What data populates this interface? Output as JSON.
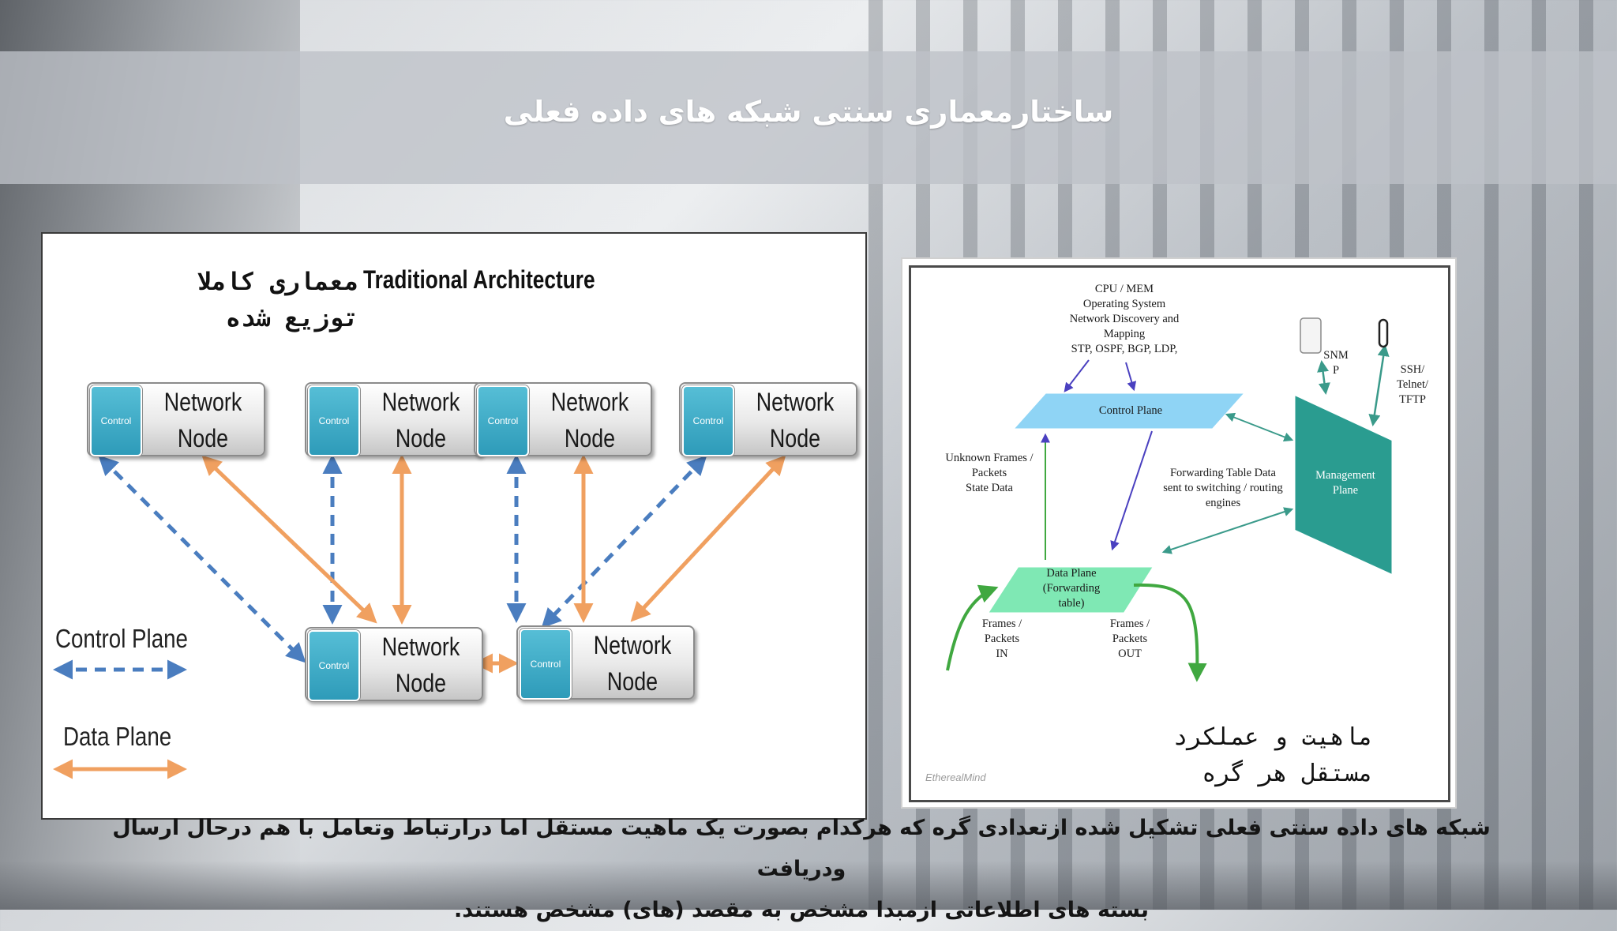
{
  "slide": {
    "title": "ساختارمعماری سنتی شبکه های داده فعلی",
    "body_line1": "شبکه های داده سنتی فعلی تشکیل شده ازتعدادی گره که هرکدام بصورت یک ماهیت مستقل اما درارتباط وتعامل با هم درحال ارسال ودریافت",
    "body_line2": "بسته های اطلاعاتی ازمبدا مشخص به مقصد (های) مشخص هستند."
  },
  "left_diagram": {
    "title_latin": "Traditional Architecture",
    "title_fa_line1": "معماری کاملا",
    "title_fa_line2": "توزیع شده",
    "control_label": "Control",
    "node_label_line1": "Network",
    "node_label_line2": "Node",
    "legend_control": "Control Plane",
    "legend_data": "Data Plane",
    "colors": {
      "control_arrow": "#4a7dbf",
      "data_arrow": "#f0a060",
      "node_control": "#3aaccb"
    }
  },
  "right_diagram": {
    "top_text": [
      "CPU / MEM",
      "Operating System",
      "Network Discovery and",
      "Mapping",
      "STP, OSPF, BGP, LDP,"
    ],
    "control_plane": "Control Plane",
    "data_plane": [
      "Data Plane",
      "(Forwarding",
      "table)"
    ],
    "management_plane": [
      "Management",
      "Plane"
    ],
    "unknown_frames": [
      "Unknown Frames /",
      "Packets",
      "State Data"
    ],
    "forwarding_table": [
      "Forwarding Table Data",
      "sent to switching / routing",
      "engines"
    ],
    "snmp": [
      "SNM",
      "P"
    ],
    "ssh": [
      "SSH/",
      "Telnet/",
      "TFTP"
    ],
    "frames_in": [
      "Frames /",
      "Packets",
      "IN"
    ],
    "frames_out": [
      "Frames /",
      "Packets",
      "OUT"
    ],
    "fa_line1": "ماهیت و عملکرد",
    "fa_line2": "مستقل هر گره",
    "logo": "EtherealMind",
    "colors": {
      "control_plane": "#8fd4f5",
      "data_plane": "#7fe8b4",
      "management_plane": "#2a9c90",
      "green_arrow": "#40a840",
      "teal_arrow": "#3a9a8a",
      "purple_arrow": "#4a40c0"
    }
  }
}
